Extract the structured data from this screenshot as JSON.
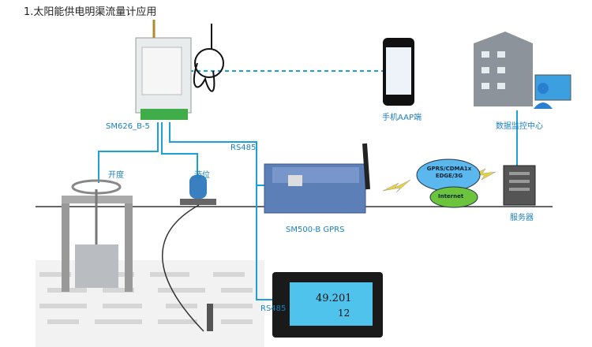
{
  "title": "1.太阳能供电明渠流量计应用",
  "labels": {
    "rtu": "SM626_B-5",
    "phone": "手机AAP端",
    "datacenter": "数据监控中心",
    "server": "服务器",
    "opening": "开度",
    "level": "液位",
    "rs485_top": "RS485",
    "rs485_bottom": "RS485",
    "gprs_device": "SM500-B   GPRS"
  },
  "cloud": {
    "top": "GPRS/CDMA1x",
    "top2": "EDGE/3G",
    "bottom": "Internet"
  },
  "display": {
    "value1": "49.201",
    "value2": "12"
  },
  "colors": {
    "line": "#1ba1d9",
    "cloud_blue": "#5bb8ef",
    "cloud_green": "#6cc43c",
    "terminal": "#3fae4a"
  }
}
